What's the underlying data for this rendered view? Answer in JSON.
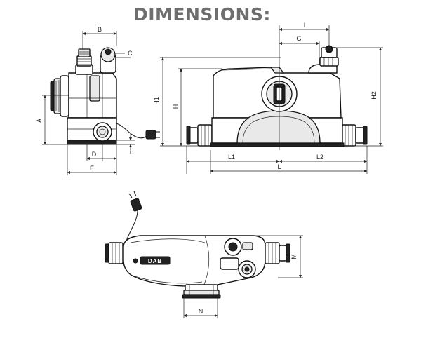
{
  "title": "DIMENSIONS:",
  "labels": {
    "A": "A",
    "B": "B",
    "C": "C",
    "D": "D",
    "E": "E",
    "F": "F",
    "G": "G",
    "H": "H",
    "H1": "H1",
    "H2": "H2",
    "I": "I",
    "L": "L",
    "L1": "L1",
    "L2": "L2",
    "M": "M",
    "N": "N"
  },
  "logo_text": "DAB"
}
